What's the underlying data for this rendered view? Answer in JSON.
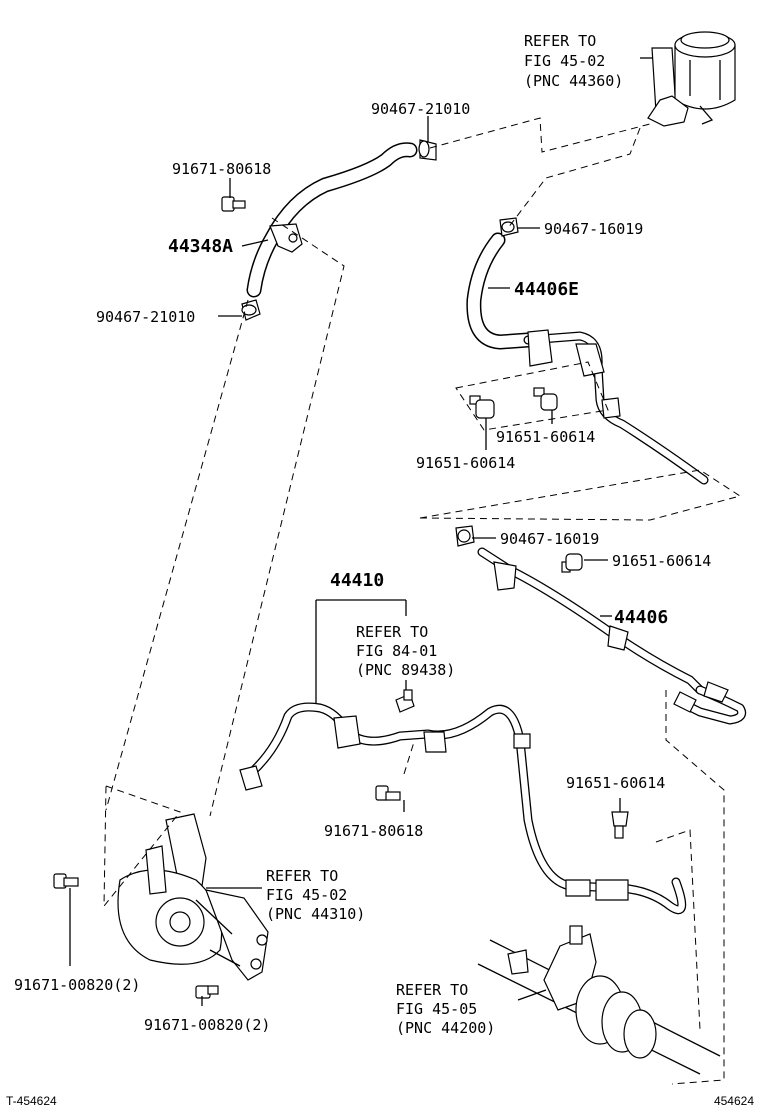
{
  "labels": {
    "ref_reservoir": [
      "REFER TO",
      "FIG 45-02",
      "(PNC 44360)"
    ],
    "clamp_top": "90467-21010",
    "bolt_top_left": "91671-80618",
    "hose_44348a": "44348A",
    "clamp_mid_left": "90467-21010",
    "clamp_right_upper": "90467-16019",
    "hose_44406e": "44406E",
    "bolt_mid_a": "91651-60614",
    "bolt_mid_b": "91651-60614",
    "clamp_right_lower": "90467-16019",
    "bolt_right_lower": "91651-60614",
    "tube_44406": "44406",
    "tube_44410": "44410",
    "ref_switch": [
      "REFER TO",
      "FIG 84-01",
      "(PNC 89438)"
    ],
    "bolt_center": "91671-80618",
    "bolt_right_bottom": "91651-60614",
    "ref_pump": [
      "REFER TO",
      "FIG 45-02",
      "(PNC 44310)"
    ],
    "bolt_pump_left": "91671-00820(2)",
    "bolt_pump_bottom": "91671-00820(2)",
    "ref_gear": [
      "REFER TO",
      "FIG 45-05",
      "(PNC 44200)"
    ]
  },
  "footer": {
    "left": "T-454624",
    "right": "454624"
  }
}
